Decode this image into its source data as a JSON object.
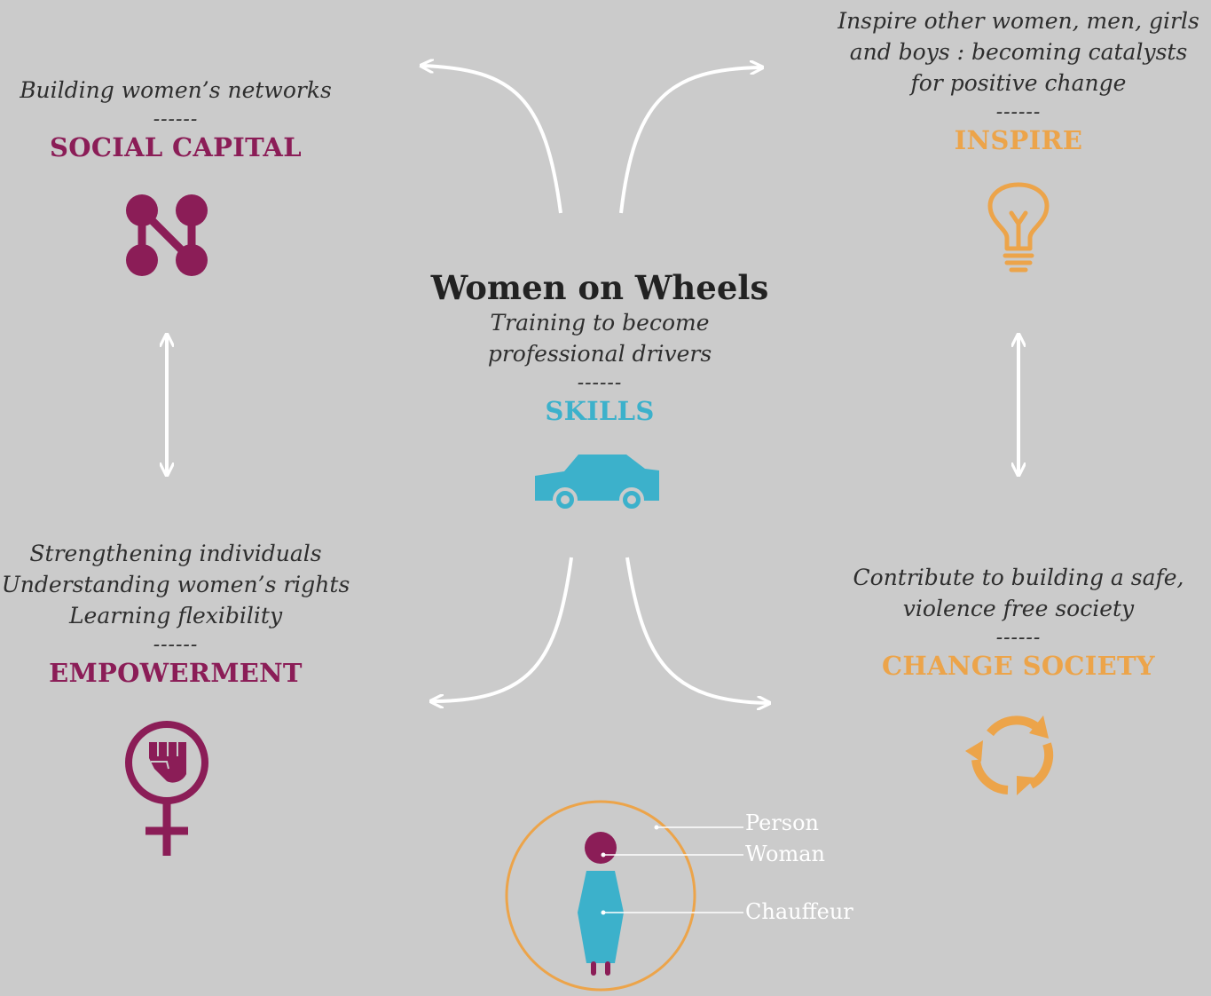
{
  "center": {
    "title": "Women on Wheels",
    "subtitle_lines": [
      "Training to become",
      "professional drivers"
    ],
    "separator": "------",
    "heading": "SKILLS",
    "icon": "car-icon"
  },
  "social_capital": {
    "lines": [
      "Building women’s networks"
    ],
    "separator": "------",
    "heading": "SOCIAL CAPITAL",
    "icon": "network-icon"
  },
  "inspire": {
    "lines": [
      "Inspire other women, men, girls",
      "and boys : becoming catalysts",
      "for positive change"
    ],
    "separator": "------",
    "heading": "INSPIRE",
    "icon": "lightbulb-icon"
  },
  "empowerment": {
    "lines": [
      "Strengthening individuals",
      "Understanding women’s rights",
      "Learning flexibility"
    ],
    "separator": "------",
    "heading": "EMPOWERMENT",
    "icon": "feminist-fist-icon"
  },
  "change_society": {
    "lines": [
      "Contribute to building a safe,",
      "violence free society"
    ],
    "separator": "------",
    "heading": "CHANGE SOCIETY",
    "icon": "recycle-arrows-icon"
  },
  "legend": {
    "person": "Person",
    "woman": "Woman",
    "chauffeur": "Chauffeur",
    "icon": "woman-chauffeur-icon"
  },
  "colors": {
    "background": "#cbcbcb",
    "plum": "#8b1d57",
    "orange": "#eca44a",
    "blue": "#3cb1cb",
    "arrows": "#ffffff"
  }
}
